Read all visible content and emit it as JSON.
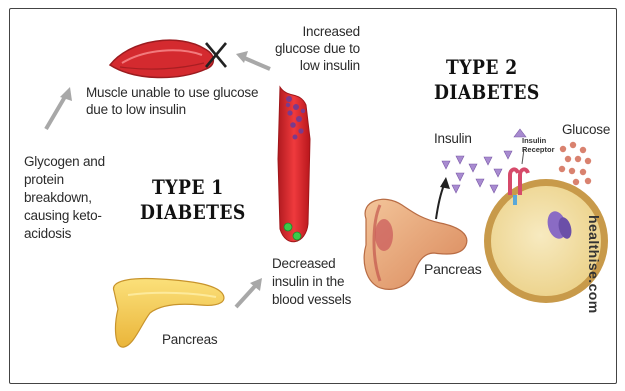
{
  "type1": {
    "title_line1": "TYPE 1",
    "title_line2": "DIABETES",
    "muscle_label": "Muscle unable to use glucose due to low insulin",
    "glucose_label": "Increased glucose due to low insulin",
    "glycogen_label": "Glycogen and protein breakdown, causing keto-acidosis",
    "insulin_label": "Decreased insulin in the blood vessels",
    "pancreas_label": "Pancreas",
    "cross_symbol": "X"
  },
  "type2": {
    "title_line1": "TYPE 2",
    "title_line2": "DIABETES",
    "insulin_label": "Insulin",
    "glucose_label": "Glucose",
    "receptor_label_line1": "Insulin",
    "receptor_label_line2": "Receptor",
    "pancreas_label": "Pancreas"
  },
  "watermark": "healthise.com",
  "colors": {
    "muscle": "#d42a2f",
    "vessel": "#e5262b",
    "glucose_dot": "#7a3a8c",
    "insulin_dot": "#3cc94a",
    "pancreas_type1": "#f2c84b",
    "pancreas_type2": "#e8a878",
    "cell_fill": "#f1dfa0",
    "cell_ring": "#c89a4a",
    "insulin_triangle": "#a88bd0",
    "glucose_circle": "#d9826f",
    "arrow": "#a8a8a8"
  }
}
